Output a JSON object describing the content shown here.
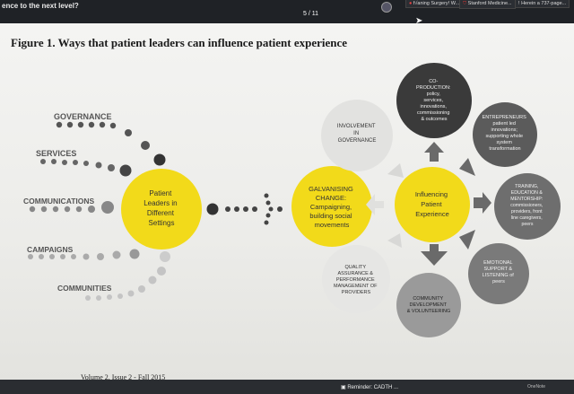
{
  "browser": {
    "left_title": "ence to the next level?",
    "page_indicator": "5 / 11",
    "tabs": [
      "f√aning Surgery! W...",
      "Stanford Medicine...",
      "Herein a 737-page..."
    ]
  },
  "figure": {
    "title": "Figure 1. Ways that patient leaders can influence patient experience",
    "settings": [
      "GOVERNANCE",
      "SERVICES",
      "COMMUNICATIONS",
      "CAMPAIGNS",
      "COMMUNITIES"
    ],
    "leaders_circle": [
      "Patient",
      "Leaders in",
      "Different",
      "Settings"
    ],
    "galvanising_circle": [
      "GALVANISING",
      "CHANGE:",
      "Campaigning,",
      "building social",
      "movements"
    ],
    "involvement_circle": [
      "INVOLVEMENT",
      "IN",
      "GOVERNANCE"
    ],
    "quality_circle": [
      "QUALITY",
      "ASSURANCE &",
      "PERFORMANCE",
      "MANAGEMENT OF",
      "PROVIDERS"
    ],
    "influencing_circle": [
      "Influencing",
      "Patient",
      "Experience"
    ],
    "coproduction_circle": [
      "CO-",
      "PRODUCTION:",
      "policy,",
      "services,",
      "innovations,",
      "commissioning",
      "& outcomes"
    ],
    "entrepreneurs_circle": [
      "ENTREPRENEURS",
      "patient led",
      "innovations;",
      "supporting whole",
      "system",
      "transformation"
    ],
    "training_circle": [
      "TRAINING,",
      "EDUCATION &",
      "MENTORSHIP:",
      "commissioners,",
      "providers, front",
      "line caregivers,",
      "peers"
    ],
    "emotional_circle": [
      "EMOTIONAL",
      "SUPPORT &",
      "LISTENING of",
      "peers"
    ],
    "community_circle": [
      "COMMUNITY",
      "DEVELOPMENT",
      "& VOLUNTEERING"
    ]
  },
  "footer": {
    "journal_text": "Volume 2, Issue 2 - Fall 2015",
    "reminder": "Reminder: CADTH ...",
    "sidebar_label": "OneNote"
  },
  "colors": {
    "yellow": "#f2da1a",
    "dark_circle": "#3b3b3b",
    "mid_circle": "#6b6b6b",
    "light_circle": "#dddddd",
    "paper": "#efefec",
    "topbar": "#1f2226"
  },
  "icons": [
    "bookmark-icon",
    "stanford-shield-icon",
    "exclamation-icon",
    "cursor-icon",
    "reminder-icon"
  ]
}
